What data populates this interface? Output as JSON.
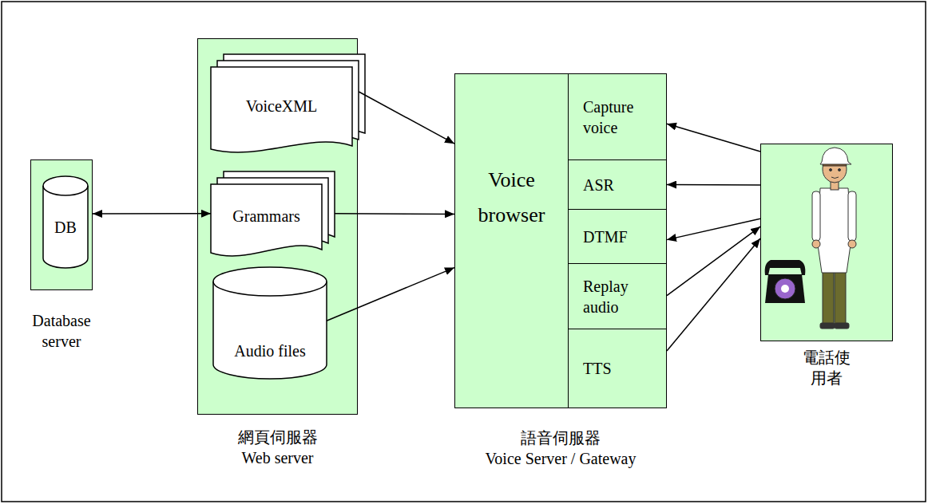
{
  "diagram": {
    "nodes": [
      {
        "text": [
          "Database server"
        ]
      },
      {
        "text": [
          "DB"
        ],
        "in": 0
      },
      {
        "text": [
          "網頁伺服器",
          "Web server"
        ]
      },
      {
        "text": [
          "VoiceXML"
        ],
        "in": 2
      },
      {
        "text": [
          "Grammars"
        ],
        "in": 2
      },
      {
        "text": [
          "Audio files"
        ],
        "in": 2
      },
      {
        "text": [
          "語音伺服器",
          "Voice Server / Gateway"
        ]
      },
      {
        "text": [
          "Voice browser"
        ],
        "in": 6
      },
      {
        "text": [
          "Capture voice"
        ],
        "in": 6
      },
      {
        "text": [
          "ASR"
        ],
        "in": 6
      },
      {
        "text": [
          "DTMF"
        ],
        "in": 6
      },
      {
        "text": [
          "Replay audio"
        ],
        "in": 6
      },
      {
        "text": [
          "TTS"
        ],
        "in": 6
      },
      {
        "text": [
          "電話使 用者"
        ]
      }
    ],
    "edges": [
      {
        "from": 0,
        "to": 4,
        "arrow": "both"
      },
      {
        "from": 3,
        "to": 7,
        "arrow": "to"
      },
      {
        "from": 4,
        "to": 7,
        "arrow": "to"
      },
      {
        "from": 5,
        "to": 7,
        "arrow": "to"
      },
      {
        "from": 13,
        "to": 8,
        "arrow": "to"
      },
      {
        "from": 13,
        "to": 9,
        "arrow": "to"
      },
      {
        "from": 13,
        "to": 10,
        "arrow": "to"
      },
      {
        "from": 11,
        "to": 13,
        "arrow": "to"
      },
      {
        "from": 12,
        "to": 13,
        "arrow": "to"
      }
    ]
  }
}
